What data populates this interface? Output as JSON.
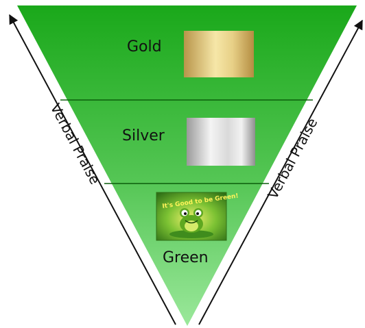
{
  "diagram": {
    "levels": [
      {
        "label": "Gold",
        "swatch": "gold"
      },
      {
        "label": "Silver",
        "swatch": "silver"
      },
      {
        "label": "Green",
        "badge_text": "It's Good to be Green!"
      }
    ],
    "left_side_label": "Verbal Praise",
    "right_side_label": "Verbal Praise"
  },
  "colors": {
    "pyramid_top": "#1aa81a",
    "pyramid_bottom": "#8fe48f",
    "divider": "#0b5d0b",
    "arrow": "#111111",
    "gold_light": "#f6e7a8",
    "gold_dark": "#b8954a",
    "silver_light": "#f4f4f4",
    "silver_dark": "#8e8e8e",
    "frog_green": "#5ea820",
    "badge_bg": "#2f6f16"
  },
  "icons": {
    "gold_swatch": "gold-bar-icon",
    "silver_swatch": "silver-bar-icon",
    "green_badge": "frog-icon"
  }
}
